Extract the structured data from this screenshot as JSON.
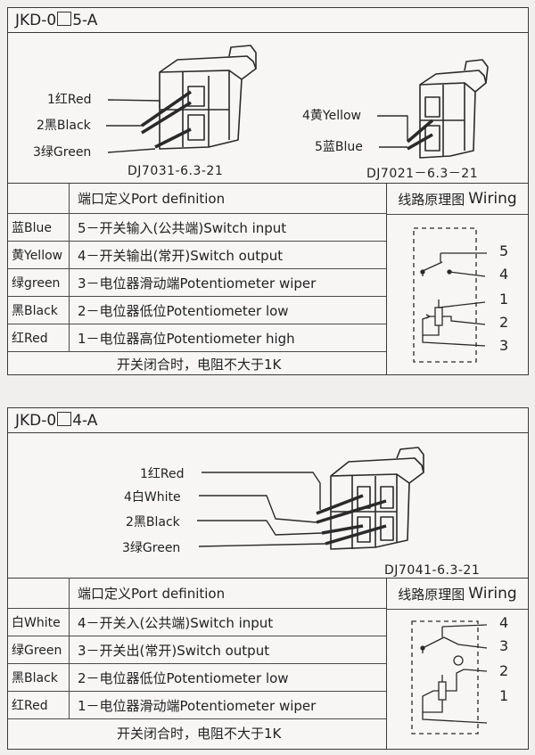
{
  "panel1": {
    "title_pre": "JKD-0",
    "title_post": "5-A",
    "left_labels": [
      "1红Red",
      "2黑Black",
      "3绿Green"
    ],
    "left_model": "DJ7031-6.3-21",
    "right_labels": [
      "4黄Yellow",
      "5蓝Blue"
    ],
    "right_model": "DJ7021－6.3－21",
    "table_header": "端口定义Port definition",
    "wiring_title_cn": "线路原理图",
    "wiring_title_en": "Wiring",
    "rows": [
      {
        "color": "蓝Blue",
        "definition": "5－开关输入(公共端)Switch input"
      },
      {
        "color": "黄Yellow",
        "definition": "4－开关输出(常开)Switch output"
      },
      {
        "color": "绿green",
        "definition": "3－电位器滑动端Potentiometer wiper"
      },
      {
        "color": "黑Black",
        "definition": "2－电位器低位Potentiometer low"
      },
      {
        "color": "红Red",
        "definition": "1－电位器高位Potentiometer high"
      }
    ],
    "note": "开关闭合时，电阻不大于1K",
    "wiring_numbers": [
      "5",
      "4",
      "1",
      "2",
      "3"
    ]
  },
  "panel2": {
    "title_pre": "JKD-0",
    "title_post": "4-A",
    "labels": [
      "1红Red",
      "4白White",
      "2黑Black",
      "3绿Green"
    ],
    "model": "DJ7041-6.3-21",
    "table_header": "端口定义Port definition",
    "wiring_title_cn": "线路原理图",
    "wiring_title_en": "Wiring",
    "rows": [
      {
        "color": "白White",
        "definition": "4－开关入(公共端)Switch input"
      },
      {
        "color": "绿Green",
        "definition": "3－开关出(常开)Switch output"
      },
      {
        "color": "黑Black",
        "definition": "2－电位器低位Potentiometer low"
      },
      {
        "color": "红Red",
        "definition": "1－电位器滑动端Potentiometer wiper"
      }
    ],
    "note": "开关闭合时，电阻不大于1K",
    "wiring_numbers": [
      "4",
      "3",
      "2",
      "1"
    ]
  }
}
